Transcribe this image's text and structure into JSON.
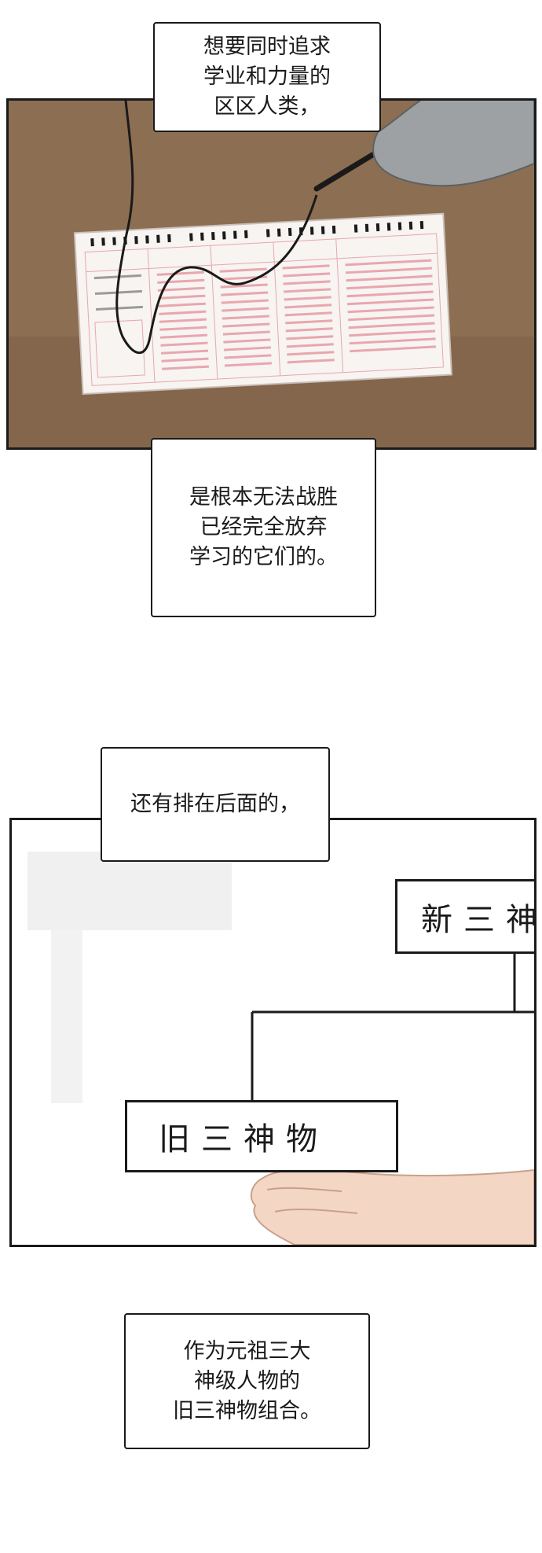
{
  "colors": {
    "desk": "#8c6e52",
    "desk_shadow": "#6b5039",
    "card": "#f7f4f2",
    "card_pink": "#e8a7ad",
    "hand_gray": "#9da1a4",
    "skin": "#f4d6c4",
    "ink": "#1a1a1a"
  },
  "panel1": {
    "bubble_top": "想要同时追求\n学业和力量的\n区区人类，",
    "bubble_bottom": "是根本无法战胜\n已经完全放弃\n学习的它们的。"
  },
  "panel2": {
    "bubble_top": "还有排在后面的，",
    "sign_new": "新三神",
    "sign_old": "旧三神物"
  },
  "caption_bottom": "作为元祖三大\n神级人物的\n旧三神物组合。"
}
